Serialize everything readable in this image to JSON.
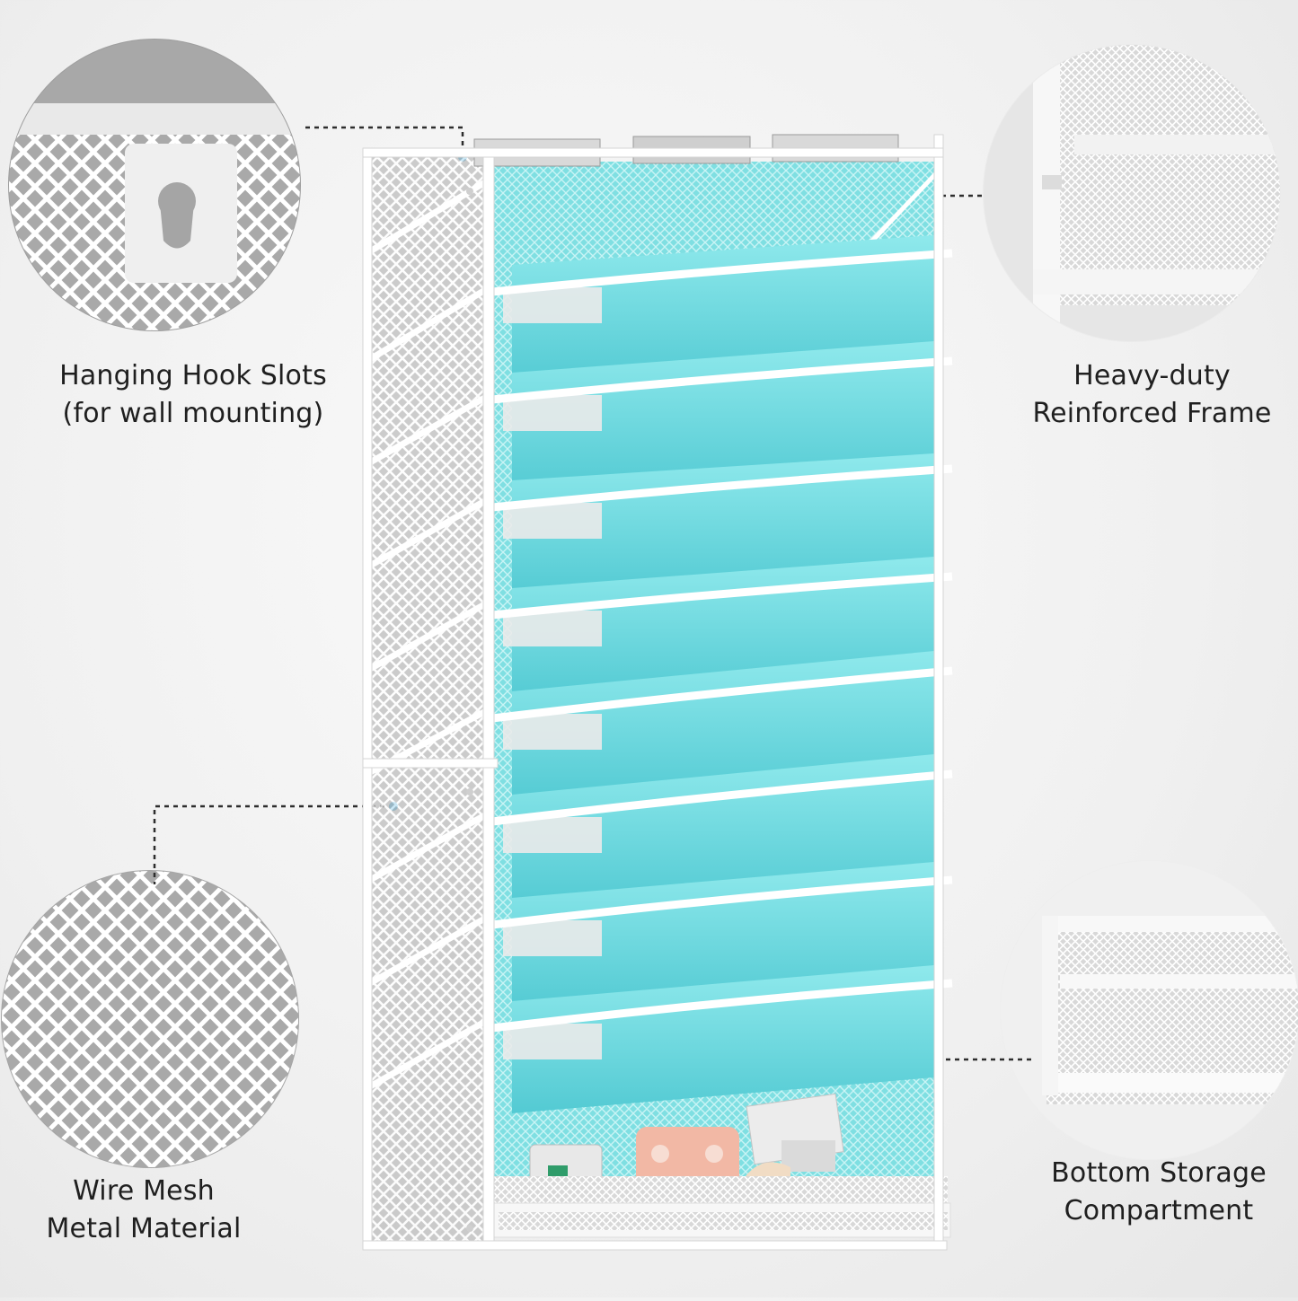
{
  "callouts": {
    "hook": {
      "line1": "Hanging Hook Slots",
      "line2": "(for wall mounting)",
      "icon": "keyhole-icon"
    },
    "frame": {
      "line1": "Heavy-duty",
      "line2": "Reinforced Frame"
    },
    "mesh": {
      "line1": "Wire Mesh",
      "line2": "Metal Material"
    },
    "storage": {
      "line1": "Bottom Storage",
      "line2": "Compartment"
    }
  },
  "product": {
    "tiers": 8,
    "folder_color": "#5fd3da",
    "frame_color": "#ffffff",
    "accent_dot_color": "#2a9fd8"
  }
}
